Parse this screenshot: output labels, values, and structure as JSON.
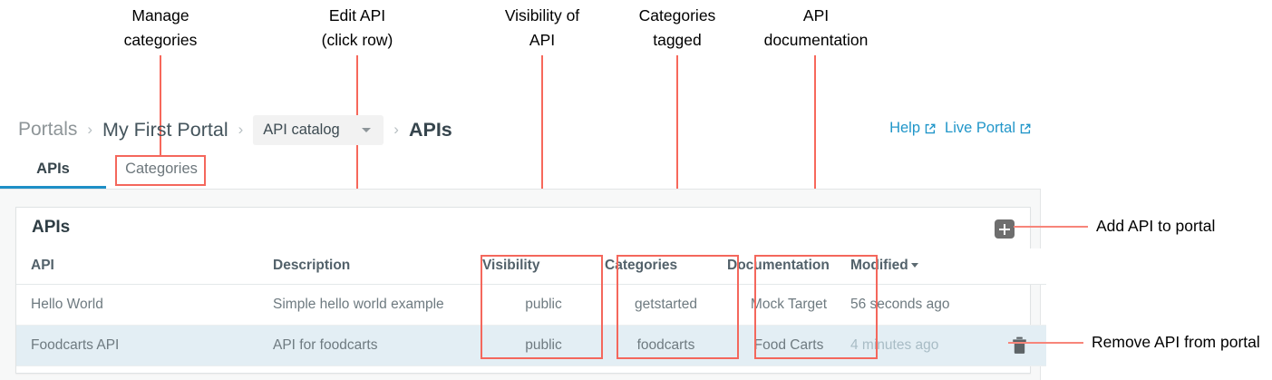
{
  "annotations": {
    "top": [
      {
        "id": "manage-categories",
        "lines": [
          "Manage",
          "categories"
        ]
      },
      {
        "id": "edit-api",
        "lines": [
          "Edit API",
          "(click row)"
        ]
      },
      {
        "id": "visibility-of-api",
        "lines": [
          "Visibility of",
          "API"
        ]
      },
      {
        "id": "categories-tagged",
        "lines": [
          "Categories",
          "tagged"
        ]
      },
      {
        "id": "api-documentation",
        "lines": [
          "API",
          "documentation"
        ]
      }
    ],
    "side": [
      {
        "id": "add-api-to-portal",
        "text": "Add API to portal"
      },
      {
        "id": "remove-api-from-portal",
        "text": "Remove API from portal"
      }
    ],
    "accent_color": "#f4675c",
    "leader_color": "#f7857a"
  },
  "breadcrumb": {
    "portals": "Portals",
    "portal_name": "My First Portal",
    "catalog_select": "API catalog",
    "current": "APIs",
    "separator": "›"
  },
  "toplinks": {
    "help": "Help",
    "live_portal": "Live Portal",
    "color": "#2196c9"
  },
  "tabs": {
    "apis": "APIs",
    "categories": "Categories",
    "active_color": "#1e8fc6"
  },
  "card": {
    "title": "APIs",
    "add_button_icon": "plus-icon",
    "delete_row_icon": "trash-icon"
  },
  "table": {
    "columns": [
      {
        "key": "api",
        "label": "API"
      },
      {
        "key": "description",
        "label": "Description"
      },
      {
        "key": "visibility",
        "label": "Visibility"
      },
      {
        "key": "categories",
        "label": "Categories"
      },
      {
        "key": "documentation",
        "label": "Documentation"
      },
      {
        "key": "modified",
        "label": "Modified",
        "sorted": true,
        "sort_dir": "desc"
      }
    ],
    "rows": [
      {
        "api": "Hello World",
        "description": "Simple hello world example",
        "visibility": "public",
        "categories": "getstarted",
        "documentation": "Mock Target",
        "modified": "56 seconds ago",
        "selected": false,
        "show_delete": false
      },
      {
        "api": "Foodcarts API",
        "description": "API for foodcarts",
        "visibility": "public",
        "categories": "foodcarts",
        "documentation": "Food Carts",
        "modified": "4 minutes ago",
        "selected": true,
        "show_delete": true
      }
    ],
    "selected_row_color": "#e3eef4"
  }
}
